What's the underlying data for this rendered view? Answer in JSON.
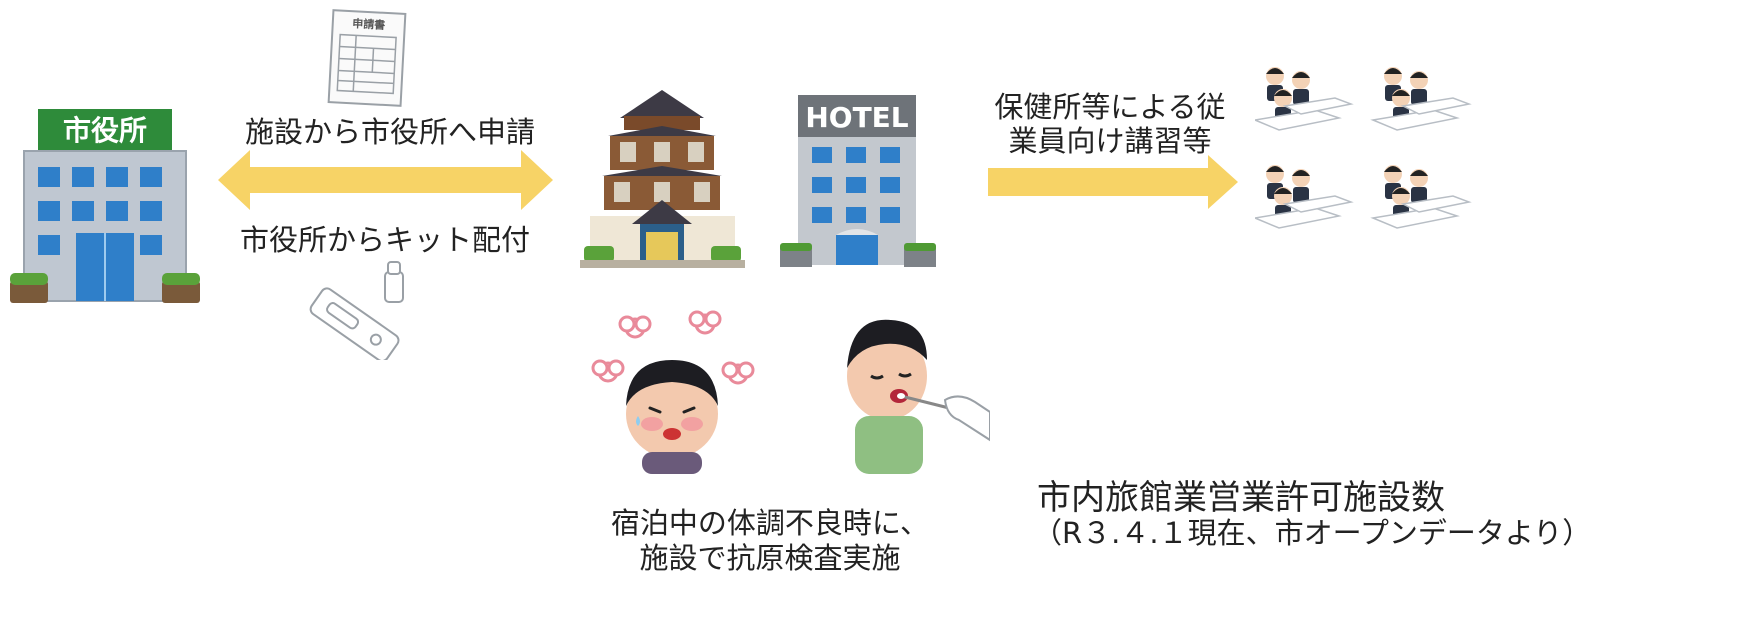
{
  "city_hall": {
    "sign": "市役所"
  },
  "application_form": {
    "title": "申請書"
  },
  "hotel": {
    "sign": "HOTEL"
  },
  "flow": {
    "apply_label": "施設から市役所へ申請",
    "kit_label": "市役所からキット配付",
    "training_line1": "保健所等による従",
    "training_line2": "業員向け講習等"
  },
  "antigen": {
    "line1": "宿泊中の体調不良時に、",
    "line2": "施設で抗原検査実施"
  },
  "facility_count": {
    "title": "市内旅館業営業許可施設数",
    "note": "（R３.４.１現在、市オープンデータより）"
  },
  "colors": {
    "arrow": "#f7d366",
    "building_blue": "#2f7fc9",
    "city_hall_sign": "#2e8b3a"
  }
}
